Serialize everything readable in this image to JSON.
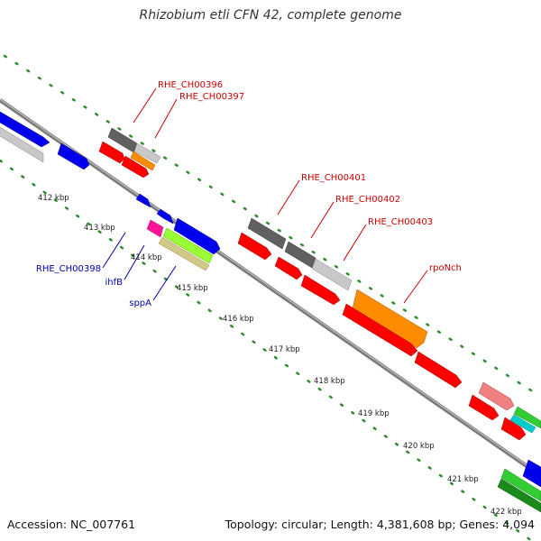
{
  "title": "Rhizobium etli CFN 42, complete genome",
  "footer": {
    "accession": "Accession: NC_007761",
    "summary": "Topology: circular; Length: 4,381,608 bp; Genes: 4,094"
  },
  "colors": {
    "backbone": "#8c8c8c",
    "tick_dots": "#2e8b2e",
    "forward_label": "#cc0000",
    "reverse_label": "#0000aa",
    "gene_red": "#ff0000",
    "gene_blue": "#0000ee",
    "gene_grey": "#606060",
    "gene_lightgrey": "#c8c8c8",
    "gene_orange": "#ff8c00",
    "gene_magenta": "#ff1493",
    "gene_lime": "#99ff33",
    "gene_khaki": "#d2c888",
    "gene_pink": "#f08080",
    "gene_green": "#33cc33",
    "gene_cyan": "#00cccc"
  },
  "ticks": [
    {
      "label": "412 kbp",
      "pos": 412
    },
    {
      "label": "413 kbp",
      "pos": 413
    },
    {
      "label": "414 kbp",
      "pos": 414
    },
    {
      "label": "415 kbp",
      "pos": 415
    },
    {
      "label": "416 kbp",
      "pos": 416
    },
    {
      "label": "417 kbp",
      "pos": 417
    },
    {
      "label": "418 kbp",
      "pos": 418
    },
    {
      "label": "419 kbp",
      "pos": 419
    },
    {
      "label": "420 kbp",
      "pos": 420
    },
    {
      "label": "421 kbp",
      "pos": 421
    },
    {
      "label": "422 kbp",
      "pos": 422
    }
  ],
  "gene_labels": [
    {
      "text": "RHE_CH00396",
      "strand": "forward"
    },
    {
      "text": "RHE_CH00397",
      "strand": "forward"
    },
    {
      "text": "RHE_CH00401",
      "strand": "forward"
    },
    {
      "text": "RHE_CH00402",
      "strand": "forward"
    },
    {
      "text": "RHE_CH00403",
      "strand": "forward"
    },
    {
      "text": "rpoNch",
      "strand": "forward"
    },
    {
      "text": "RHE_CH00398",
      "strand": "reverse"
    },
    {
      "text": "ihfB",
      "strand": "reverse"
    },
    {
      "text": "sppA",
      "strand": "reverse"
    }
  ]
}
